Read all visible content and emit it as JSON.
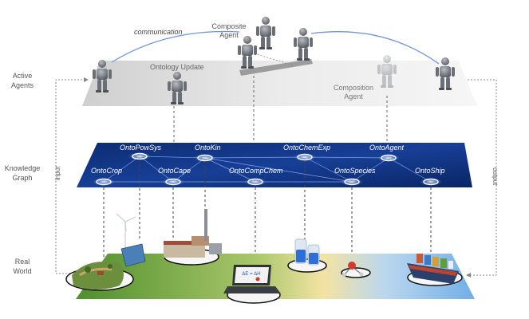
{
  "layers": {
    "active_agents": "Active\nAgents",
    "knowledge_graph": "Knowledge\nGraph",
    "real_world": "Real\nWorld"
  },
  "side_labels": {
    "input": "input",
    "output": "output"
  },
  "agent_layer": {
    "communication": "communication",
    "composite_agent": "Composite\nAgent",
    "ontology_update": "Ontology Update",
    "composition_agent": "Composition\nAgent"
  },
  "ontologies": {
    "onto_pow_sys": "OntoPowSys",
    "onto_kin": "OntoKin",
    "onto_chem_exp": "OntoChemExp",
    "onto_agent": "OntoAgent",
    "onto_crop": "OntoCrop",
    "onto_cape": "OntoCape",
    "onto_comp_chem": "OntoCompChem",
    "onto_species": "OntoSpecies",
    "onto_ship": "OntoShip"
  },
  "laptop_screen": "ΔE = ΔH",
  "colors": {
    "kg_dark": "#0b2a6e",
    "kg_light": "#2a5ab8",
    "agent_plane": "#e6e6e6",
    "field_green": "#5f9f3a",
    "ocean_blue": "#7db7e8",
    "label_gray": "#555555"
  },
  "icons": [
    "robot-agent-icon",
    "wind-turbine-icon",
    "solar-panel-icon",
    "chemical-plant-icon",
    "farm-island-icon",
    "laptop-icon",
    "beaker-icon",
    "molecule-icon",
    "ship-icon"
  ]
}
